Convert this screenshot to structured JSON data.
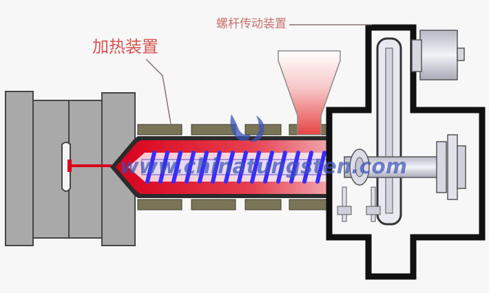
{
  "labels": {
    "heating": "加热装置",
    "screw_drive": "螺杆传动装置"
  },
  "watermark": {
    "text": "www.chinatungsten.com",
    "logo": "CTIA-logo"
  },
  "colors": {
    "background": "#f7f7f7",
    "mold": "#a9a9a9",
    "mold_edge": "#444444",
    "heater_band": "#7a7556",
    "barrel_hot": "#e3102c",
    "barrel_core": "#f2d3d6",
    "screw": "#3a2cff",
    "label_red": "#d9534f",
    "frame": "#111111",
    "metal": "#dcdce6",
    "watermark_blue": "#3b53b7"
  }
}
